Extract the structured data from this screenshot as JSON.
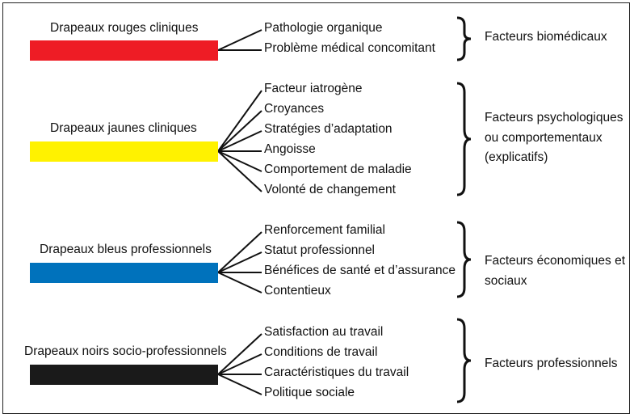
{
  "groups": [
    {
      "flag_label": "Drapeaux rouges cliniques",
      "color": "#ee1c25",
      "items": [
        "Pathologie organique",
        "Problème médical concomitant"
      ],
      "factor": "Facteurs biomédicaux"
    },
    {
      "flag_label": "Drapeaux jaunes cliniques",
      "color": "#fff200",
      "items": [
        "Facteur iatrogène",
        "Croyances",
        "Stratégies d’adaptation",
        "Angoisse",
        "Comportement de maladie",
        "Volonté de changement"
      ],
      "factor": "Facteurs psychologiques ou comportementaux (explicatifs)"
    },
    {
      "flag_label": "Drapeaux bleus professionnels",
      "color": "#0072bc",
      "items": [
        "Renforcement familial",
        "Statut professionnel",
        "Bénéfices de santé et d’assurance",
        "Contentieux"
      ],
      "factor": "Facteurs économiques et sociaux"
    },
    {
      "flag_label": "Drapeaux noirs socio-professionnels",
      "color": "#1a1a1a",
      "items": [
        "Satisfaction au travail",
        "Conditions de travail",
        "Caractéristiques du travail",
        "Politique sociale"
      ],
      "factor": "Facteurs professionnels"
    }
  ]
}
